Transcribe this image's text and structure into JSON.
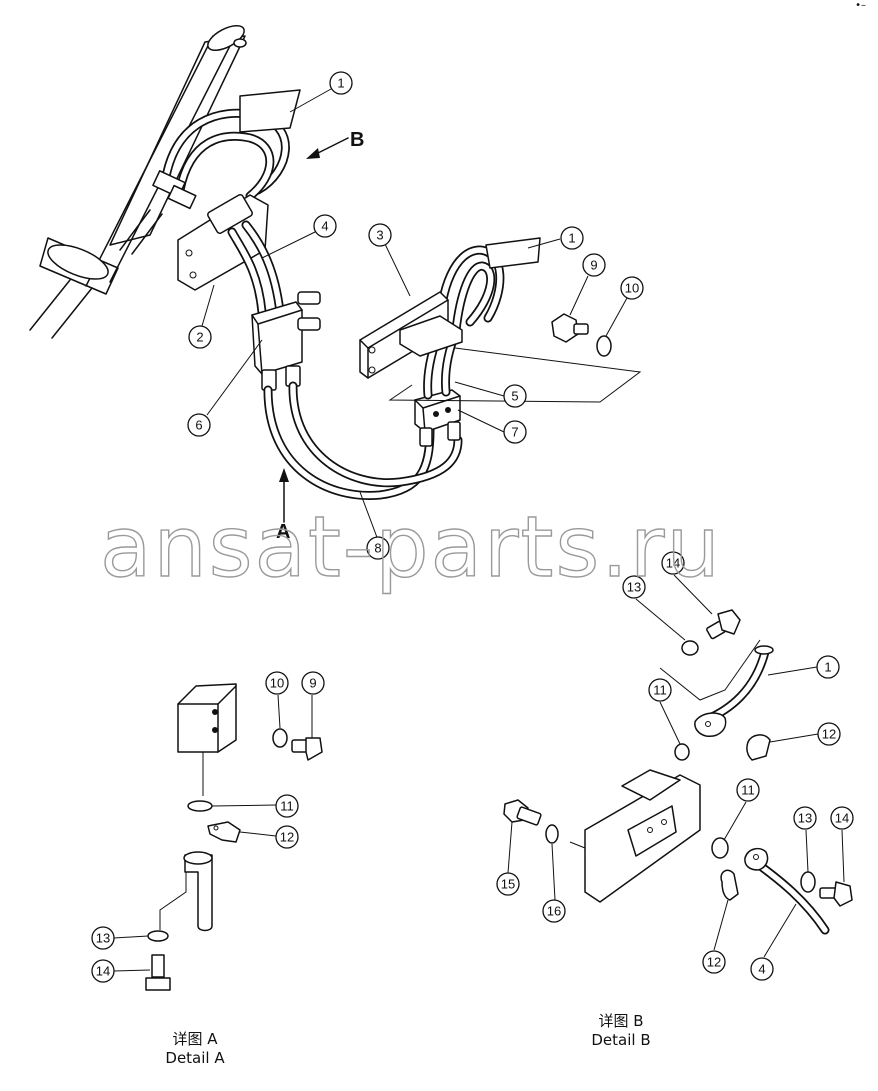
{
  "watermark": "ansat-parts.ru",
  "corner_mark": "•–",
  "view_labels": {
    "a": "A",
    "b": "B"
  },
  "detail_a": {
    "title_cn": "详图 A",
    "title_en": "Detail A"
  },
  "detail_b": {
    "title_cn": "详图 B",
    "title_en": "Detail B"
  },
  "callouts": [
    {
      "id": "main-1a",
      "num": "1"
    },
    {
      "id": "main-1b",
      "num": "1"
    },
    {
      "id": "main-2",
      "num": "2"
    },
    {
      "id": "main-3",
      "num": "3"
    },
    {
      "id": "main-4",
      "num": "4"
    },
    {
      "id": "main-5",
      "num": "5"
    },
    {
      "id": "main-6",
      "num": "6"
    },
    {
      "id": "main-7",
      "num": "7"
    },
    {
      "id": "main-8",
      "num": "8"
    },
    {
      "id": "main-9",
      "num": "9"
    },
    {
      "id": "main-10",
      "num": "10"
    },
    {
      "id": "a-9",
      "num": "9"
    },
    {
      "id": "a-10",
      "num": "10"
    },
    {
      "id": "a-11",
      "num": "11"
    },
    {
      "id": "a-12",
      "num": "12"
    },
    {
      "id": "a-13",
      "num": "13"
    },
    {
      "id": "a-14",
      "num": "14"
    },
    {
      "id": "b-1",
      "num": "1"
    },
    {
      "id": "b-4",
      "num": "4"
    },
    {
      "id": "b-11a",
      "num": "11"
    },
    {
      "id": "b-11b",
      "num": "11"
    },
    {
      "id": "b-12a",
      "num": "12"
    },
    {
      "id": "b-12b",
      "num": "12"
    },
    {
      "id": "b-13a",
      "num": "13"
    },
    {
      "id": "b-13b",
      "num": "13"
    },
    {
      "id": "b-14a",
      "num": "14"
    },
    {
      "id": "b-14b",
      "num": "14"
    },
    {
      "id": "b-15",
      "num": "15"
    },
    {
      "id": "b-16",
      "num": "16"
    }
  ]
}
